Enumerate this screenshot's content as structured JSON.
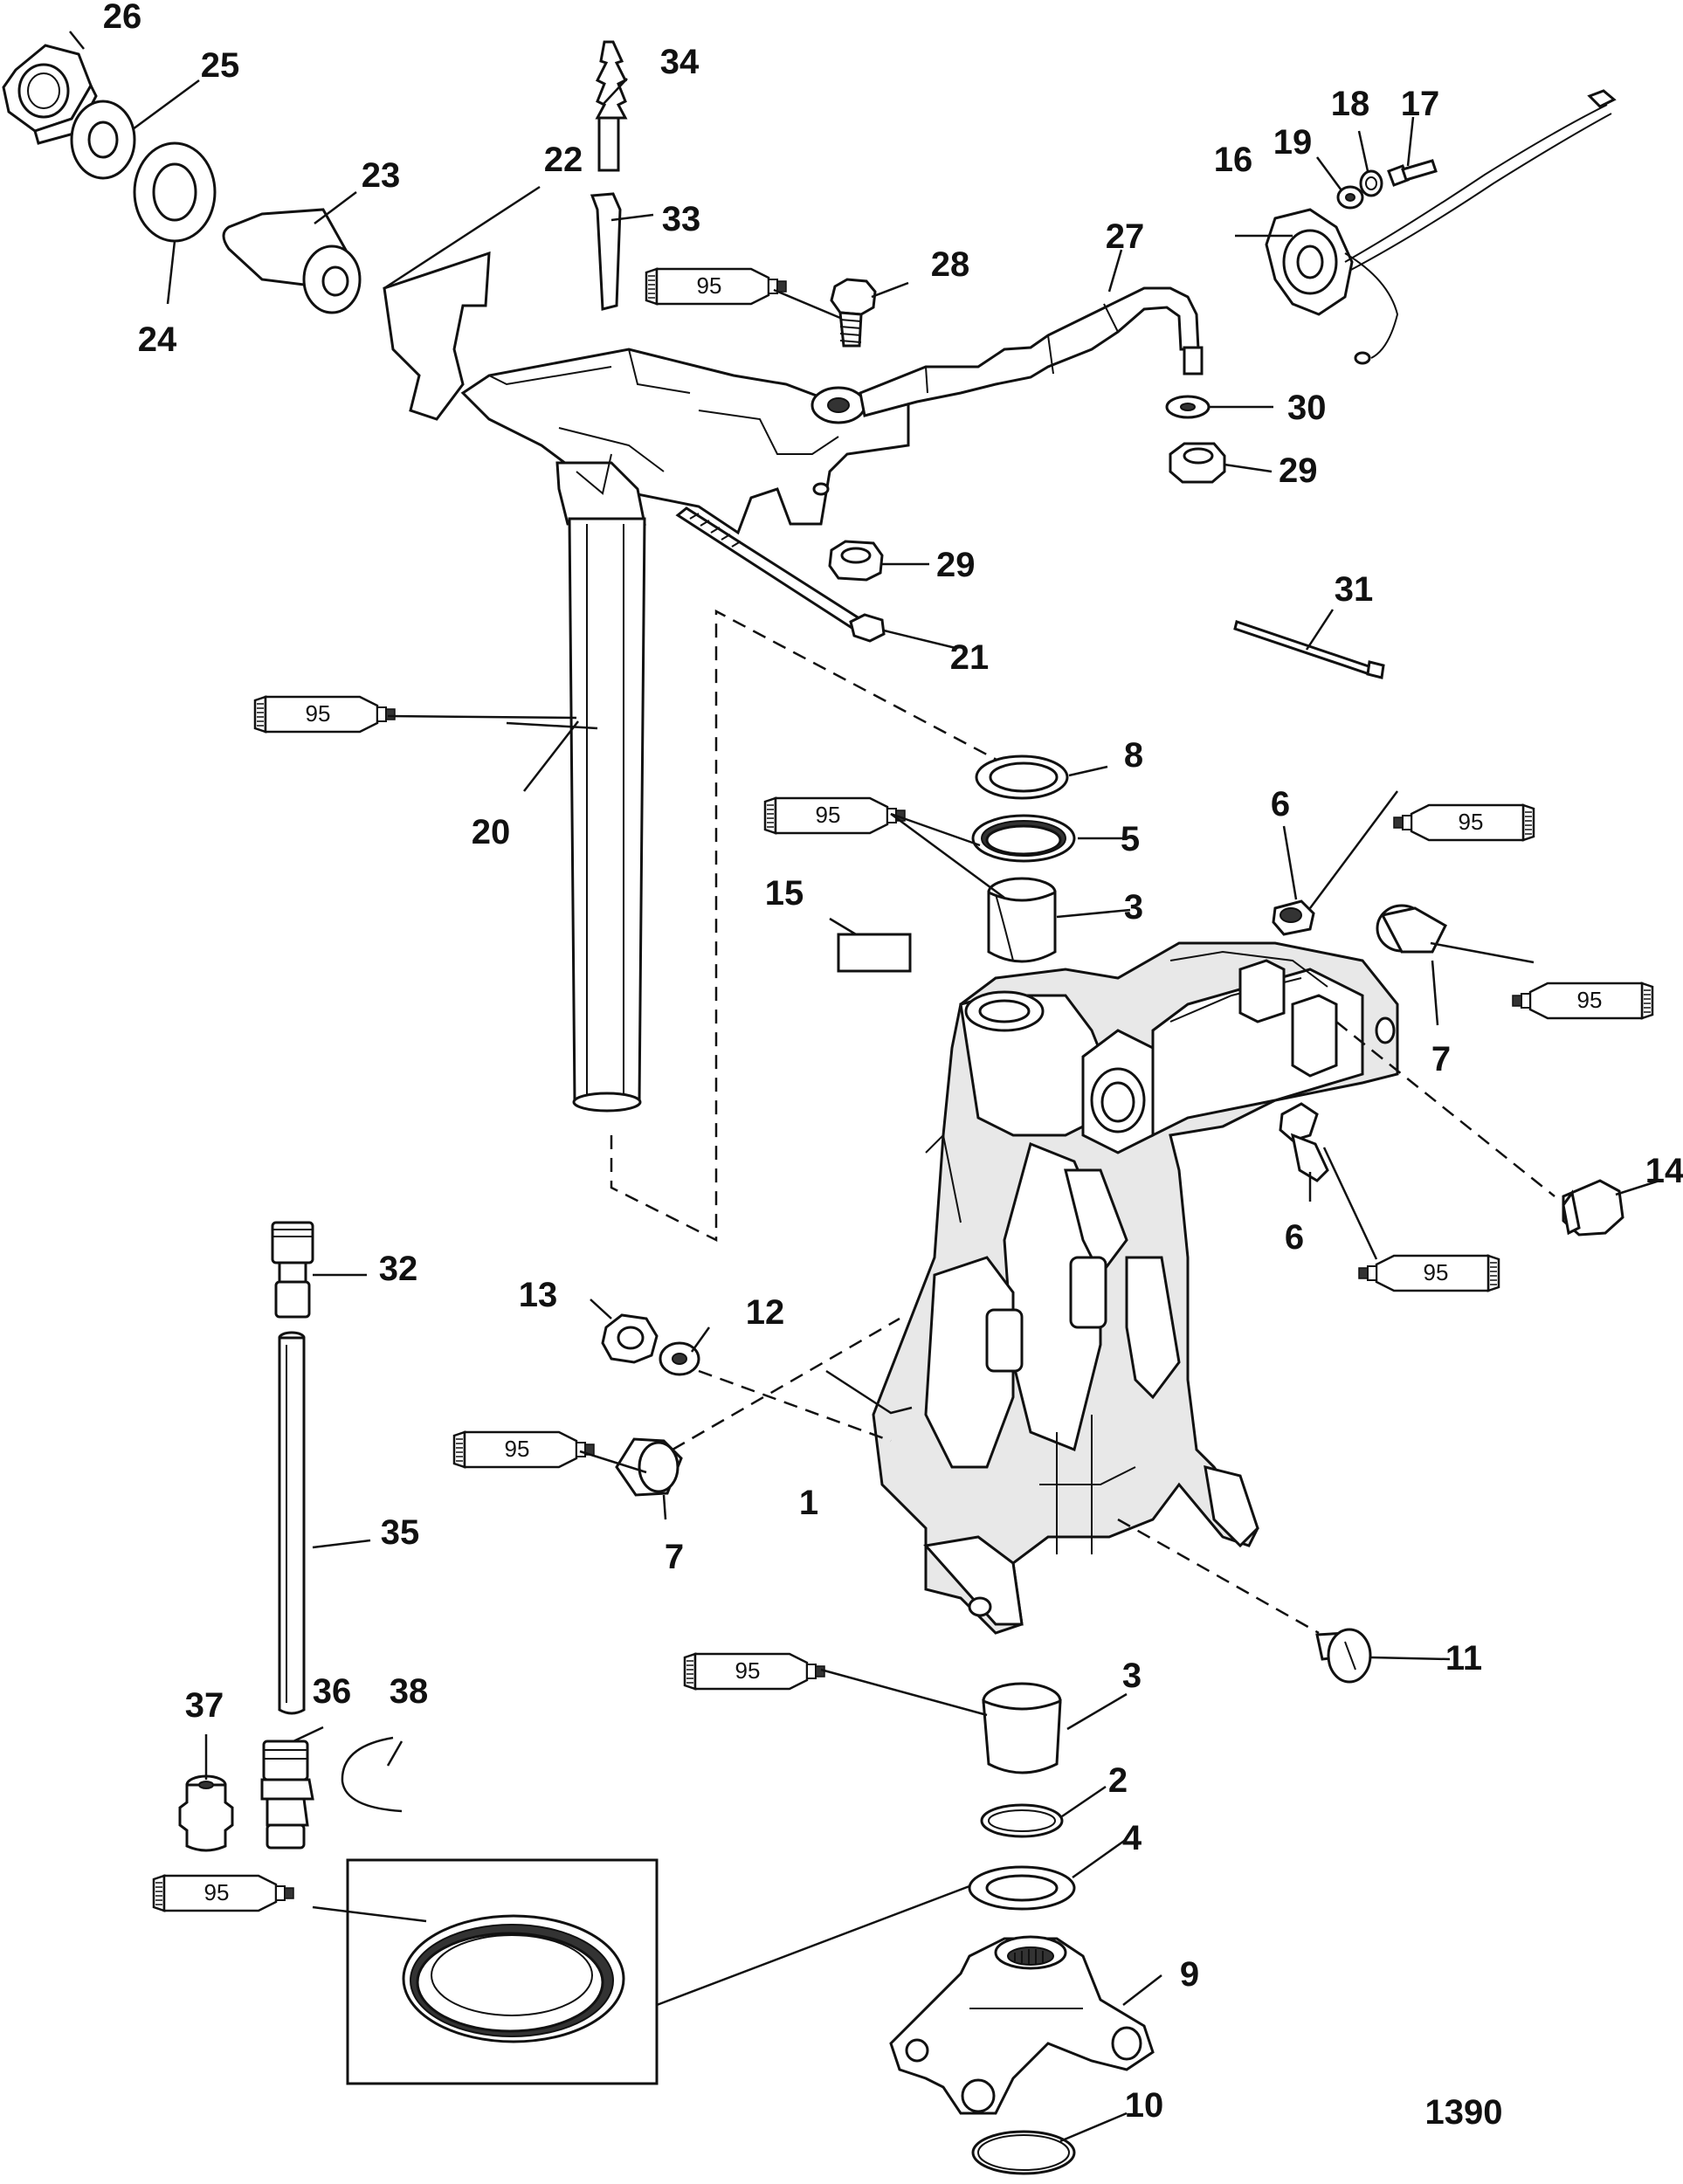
{
  "figure_id": "1390",
  "sealant_label": "95",
  "callouts": [
    {
      "id": "c1",
      "text": "1"
    },
    {
      "id": "c2",
      "text": "2"
    },
    {
      "id": "c3a",
      "text": "3"
    },
    {
      "id": "c3b",
      "text": "3"
    },
    {
      "id": "c4",
      "text": "4"
    },
    {
      "id": "c5",
      "text": "5"
    },
    {
      "id": "c6a",
      "text": "6"
    },
    {
      "id": "c6b",
      "text": "6"
    },
    {
      "id": "c7a",
      "text": "7"
    },
    {
      "id": "c7b",
      "text": "7"
    },
    {
      "id": "c8",
      "text": "8"
    },
    {
      "id": "c9",
      "text": "9"
    },
    {
      "id": "c10",
      "text": "10"
    },
    {
      "id": "c11",
      "text": "11"
    },
    {
      "id": "c12",
      "text": "12"
    },
    {
      "id": "c13",
      "text": "13"
    },
    {
      "id": "c14",
      "text": "14"
    },
    {
      "id": "c15",
      "text": "15"
    },
    {
      "id": "c16",
      "text": "16"
    },
    {
      "id": "c17",
      "text": "17"
    },
    {
      "id": "c18",
      "text": "18"
    },
    {
      "id": "c19",
      "text": "19"
    },
    {
      "id": "c20",
      "text": "20"
    },
    {
      "id": "c21",
      "text": "21"
    },
    {
      "id": "c22",
      "text": "22"
    },
    {
      "id": "c23",
      "text": "23"
    },
    {
      "id": "c24",
      "text": "24"
    },
    {
      "id": "c25",
      "text": "25"
    },
    {
      "id": "c26",
      "text": "26"
    },
    {
      "id": "c27",
      "text": "27"
    },
    {
      "id": "c28",
      "text": "28"
    },
    {
      "id": "c29a",
      "text": "29"
    },
    {
      "id": "c29b",
      "text": "29"
    },
    {
      "id": "c30",
      "text": "30"
    },
    {
      "id": "c31",
      "text": "31"
    },
    {
      "id": "c32",
      "text": "32"
    },
    {
      "id": "c33",
      "text": "33"
    },
    {
      "id": "c34",
      "text": "34"
    },
    {
      "id": "c35",
      "text": "35"
    },
    {
      "id": "c36",
      "text": "36"
    },
    {
      "id": "c37",
      "text": "37"
    },
    {
      "id": "c38",
      "text": "38"
    }
  ]
}
